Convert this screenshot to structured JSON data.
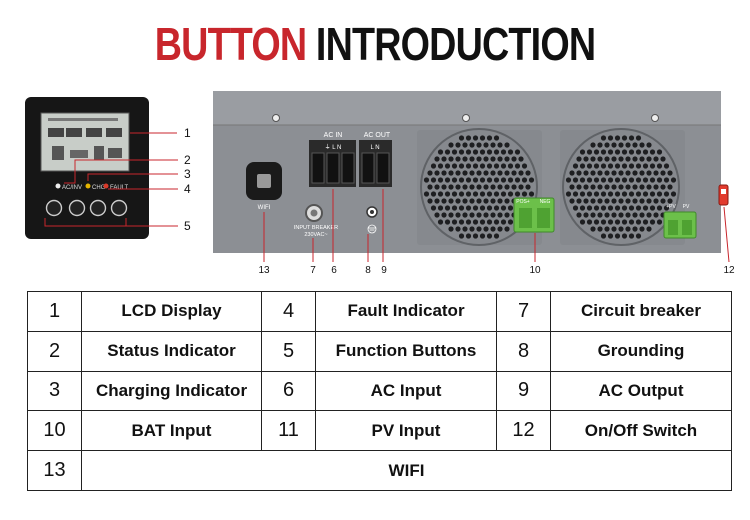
{
  "title": {
    "part1": "BUTTON",
    "part2": "INTRODUCTION"
  },
  "front_panel": {
    "indicators": {
      "ac_inv": "AC/INV",
      "chg": "CHG",
      "fault": "FAULT"
    },
    "callouts": [
      "1",
      "2",
      "3",
      "4",
      "5"
    ]
  },
  "rear_panel": {
    "ac_in": "AC IN",
    "ac_out": "AC OUT",
    "ac_in_terminals": "⏚ L  N",
    "ac_out_terminals": "L  N",
    "wifi": "WIFI",
    "breaker_line1": "INPUT BREAKER",
    "breaker_line2": "230VAC~",
    "bat_pos": "POS+",
    "bat_neg": "NEG",
    "pv_pos": "+PV",
    "pv_neg": "PV",
    "callouts": [
      "13",
      "7",
      "6",
      "8",
      "9",
      "10",
      "12"
    ]
  },
  "legend": {
    "rows": [
      [
        {
          "num": "1",
          "label": "LCD Display"
        },
        {
          "num": "4",
          "label": "Fault Indicator"
        },
        {
          "num": "7",
          "label": "Circuit breaker"
        }
      ],
      [
        {
          "num": "2",
          "label": "Status Indicator"
        },
        {
          "num": "5",
          "label": "Function Buttons"
        },
        {
          "num": "8",
          "label": "Grounding"
        }
      ],
      [
        {
          "num": "3",
          "label": "Charging Indicator"
        },
        {
          "num": "6",
          "label": "AC Input"
        },
        {
          "num": "9",
          "label": "AC Output"
        }
      ],
      [
        {
          "num": "10",
          "label": "BAT Input"
        },
        {
          "num": "11",
          "label": "PV Input"
        },
        {
          "num": "12",
          "label": "On/Off Switch"
        }
      ],
      [
        {
          "num": "13",
          "label": "WIFI"
        }
      ]
    ]
  },
  "colors": {
    "accent_red": "#c8262c",
    "terminal_green": "#6cc04a",
    "case_gray": "#8c8f94"
  }
}
